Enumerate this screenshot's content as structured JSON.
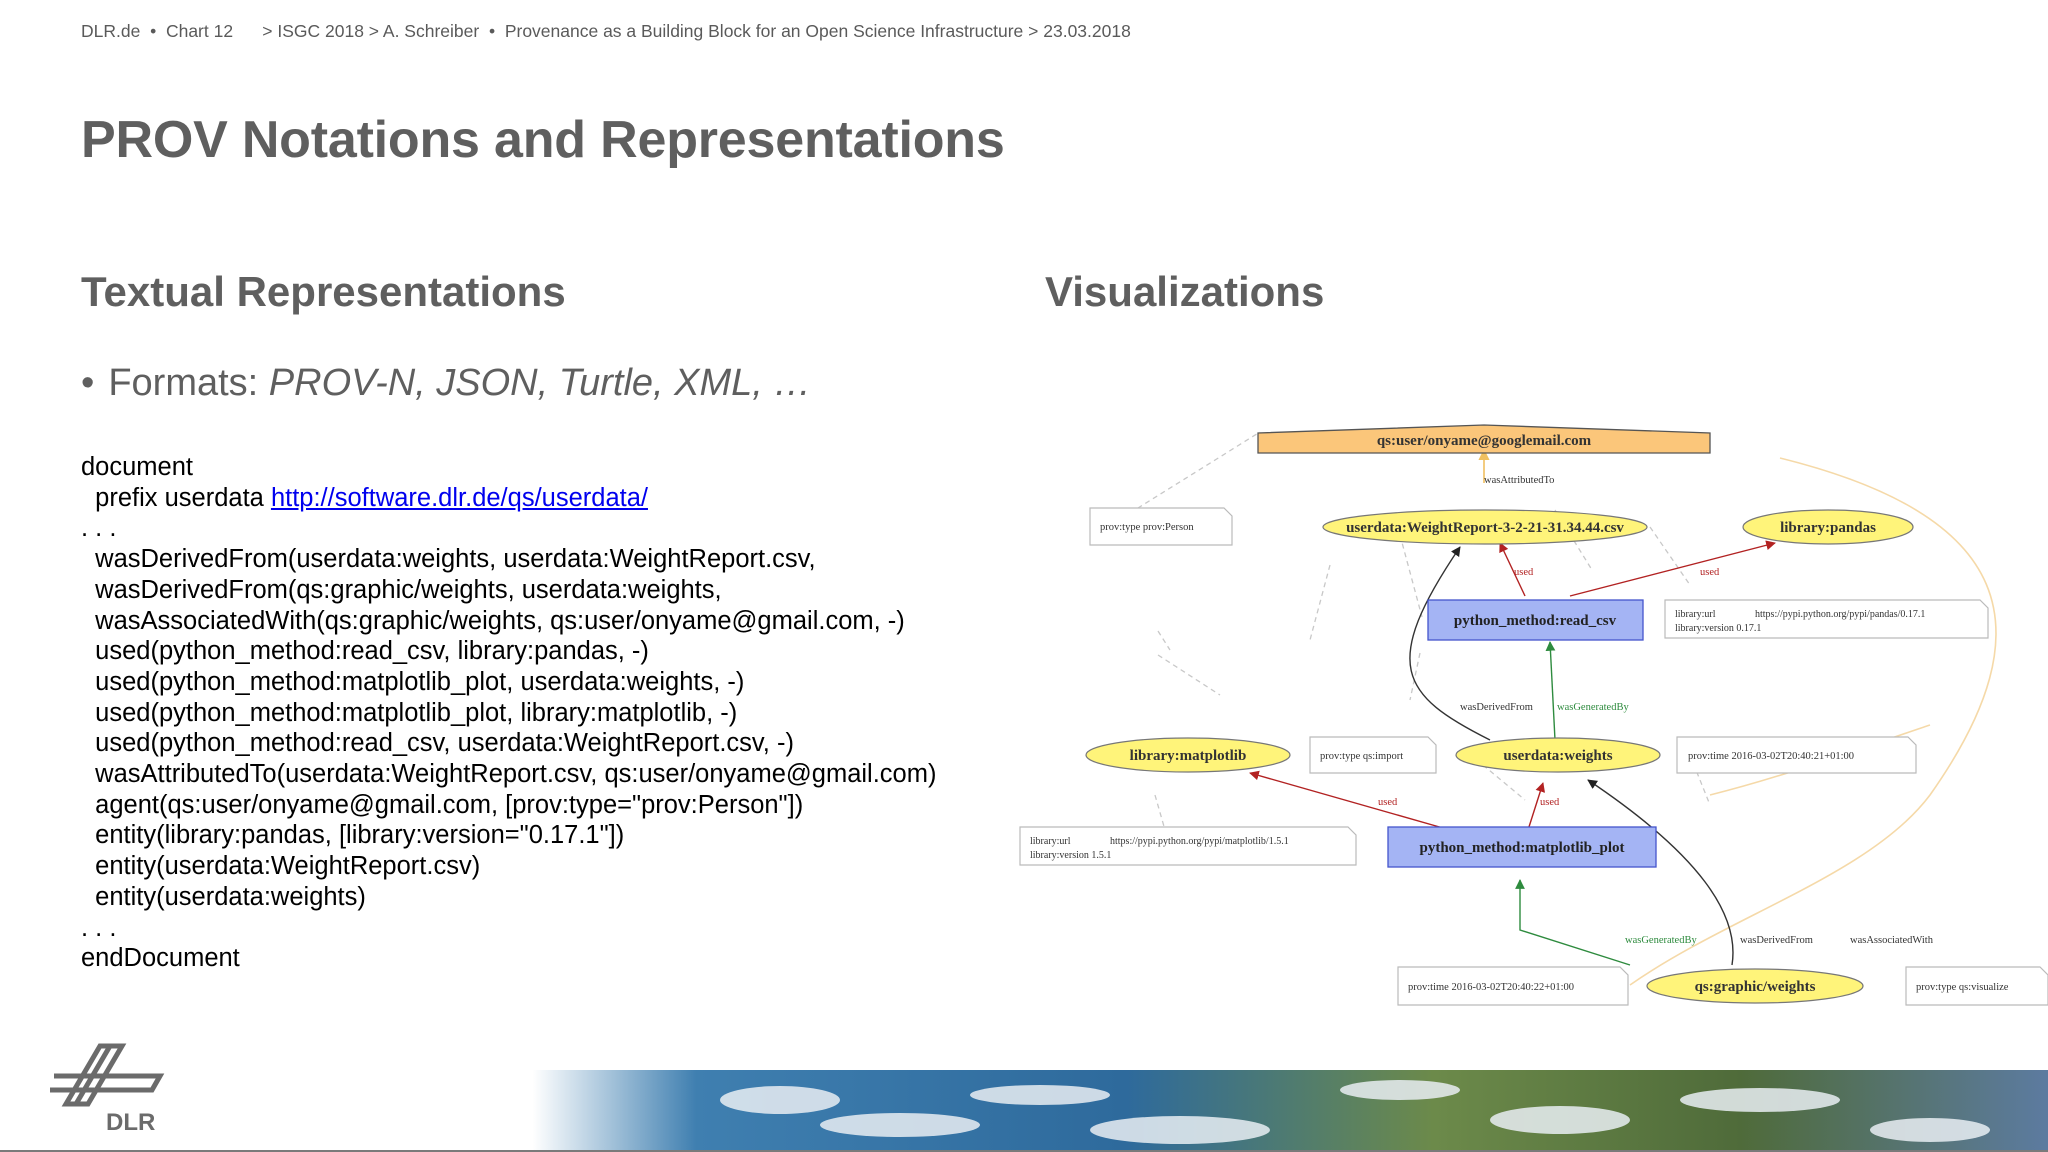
{
  "header": {
    "site": "DLR.de",
    "sep1": "•",
    "chart": "Chart 12",
    "crumbs": "> ISGC 2018 > A. Schreiber",
    "sep2": "•",
    "talk": "Provenance as a Building Block for an Open Science Infrastructure > 23.03.2018"
  },
  "slide": {
    "title": "PROV Notations and Representations",
    "left_heading": "Textual Representations",
    "right_heading": "Visualizations",
    "bullet_dot": "•",
    "bullet_prefix": "Formats: ",
    "bullet_formats": "PROV-N, JSON, Turtle, XML, …"
  },
  "code": {
    "line1": "document",
    "prefix_text": "  prefix userdata ",
    "prefix_link": "http://software.dlr.de/qs/userdata/",
    "lines": [
      ". . .",
      "  wasDerivedFrom(userdata:weights, userdata:WeightReport.csv,",
      "  wasDerivedFrom(qs:graphic/weights, userdata:weights,",
      "  wasAssociatedWith(qs:graphic/weights, qs:user/onyame@gmail.com, -)",
      "  used(python_method:read_csv, library:pandas, -)",
      "  used(python_method:matplotlib_plot, userdata:weights, -)",
      "  used(python_method:matplotlib_plot, library:matplotlib, -)",
      "  used(python_method:read_csv, userdata:WeightReport.csv, -)",
      "  wasAttributedTo(userdata:WeightReport.csv, qs:user/onyame@gmail.com)",
      "  agent(qs:user/onyame@gmail.com, [prov:type=\"prov:Person\"])",
      "  entity(library:pandas, [library:version=\"0.17.1\"])",
      "  entity(userdata:WeightReport.csv)",
      "  entity(userdata:weights)",
      ". . .",
      "endDocument"
    ]
  },
  "graph": {
    "agent": "qs:user/onyame@googlemail.com",
    "was_attributed_to": "wasAttributedTo",
    "person_note": "prov:type prov:Person",
    "weight_report": "userdata:WeightReport-3-2-21-31.34.44.csv",
    "pandas": "library:pandas",
    "read_csv": "python_method:read_csv",
    "used": "used",
    "pandas_note_url_key": "library:url",
    "pandas_note_url": "https://pypi.python.org/pypi/pandas/0.17.1",
    "pandas_note_ver": "library:version 0.17.1",
    "was_derived_from": "wasDerivedFrom",
    "was_generated_by": "wasGeneratedBy",
    "matplotlib": "library:matplotlib",
    "qsimport_note": "prov:type qs:import",
    "weights": "userdata:weights",
    "time_note_1": "prov:time 2016-03-02T20:40:21+01:00",
    "mpl_note_url_key": "library:url",
    "mpl_note_url": "https://pypi.python.org/pypi/matplotlib/1.5.1",
    "mpl_note_ver": "library:version 1.5.1",
    "plot": "python_method:matplotlib_plot",
    "was_associated_with": "wasAssociatedWith",
    "time_note_2": "prov:time 2016-03-02T20:40:22+01:00",
    "graphic": "qs:graphic/weights",
    "visualize_note": "prov:type qs:visualize"
  },
  "logo": {
    "text": "DLR"
  },
  "colors": {
    "heading": "#5f5f5f",
    "header_text": "#5a5a5a",
    "link": "#0000ee",
    "agent_fill": "#fbc67a",
    "entity_fill": "#fff47a",
    "activity_fill": "#a4b4f4",
    "used_edge": "#b22222",
    "generated_edge": "#2e8b3e"
  }
}
